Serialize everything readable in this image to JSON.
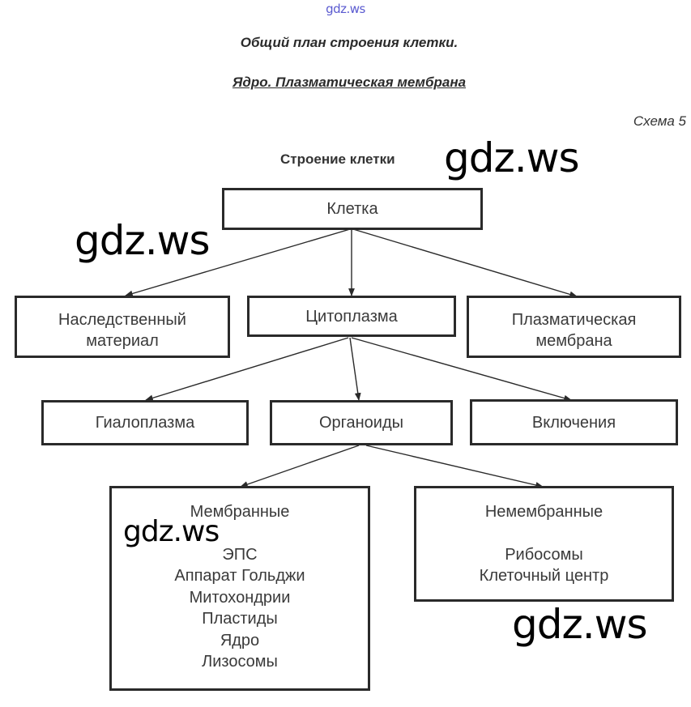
{
  "watermark_top": "gdz.ws",
  "header": {
    "title": "Общий план строения клетки.",
    "subtitle": "Ядро. Плазматическая мембрана",
    "scheme_label": "Схема 5"
  },
  "diagram": {
    "title": "Строение клетки",
    "root": {
      "label": "Клетка"
    },
    "level1": [
      {
        "label": "Наследственный материал"
      },
      {
        "label": "Цитоплазма"
      },
      {
        "label": "Плазматическая мембрана"
      }
    ],
    "level2": [
      {
        "label": "Гиалоплазма"
      },
      {
        "label": "Органоиды"
      },
      {
        "label": "Включения"
      }
    ],
    "membrane": {
      "heading": "Мембранные",
      "items": [
        "ЭПС",
        "Аппарат Гольджи",
        "Митохондрии",
        "Пластиды",
        "Ядро",
        "Лизосомы"
      ]
    },
    "nonmembrane": {
      "heading": "Немембранные",
      "items": [
        "Рибосомы",
        "Клеточный центр"
      ]
    },
    "edges": [
      [
        "Клетка",
        "Наследственный материал"
      ],
      [
        "Клетка",
        "Цитоплазма"
      ],
      [
        "Клетка",
        "Плазматическая мембрана"
      ],
      [
        "Цитоплазма",
        "Гиалоплазма"
      ],
      [
        "Цитоплазма",
        "Органоиды"
      ],
      [
        "Цитоплазма",
        "Включения"
      ],
      [
        "Органоиды",
        "Мембранные"
      ],
      [
        "Органоиды",
        "Немембранные"
      ]
    ]
  },
  "watermarks": [
    "gdz.ws",
    "gdz.ws",
    "gdz.ws",
    "gdz.ws"
  ]
}
